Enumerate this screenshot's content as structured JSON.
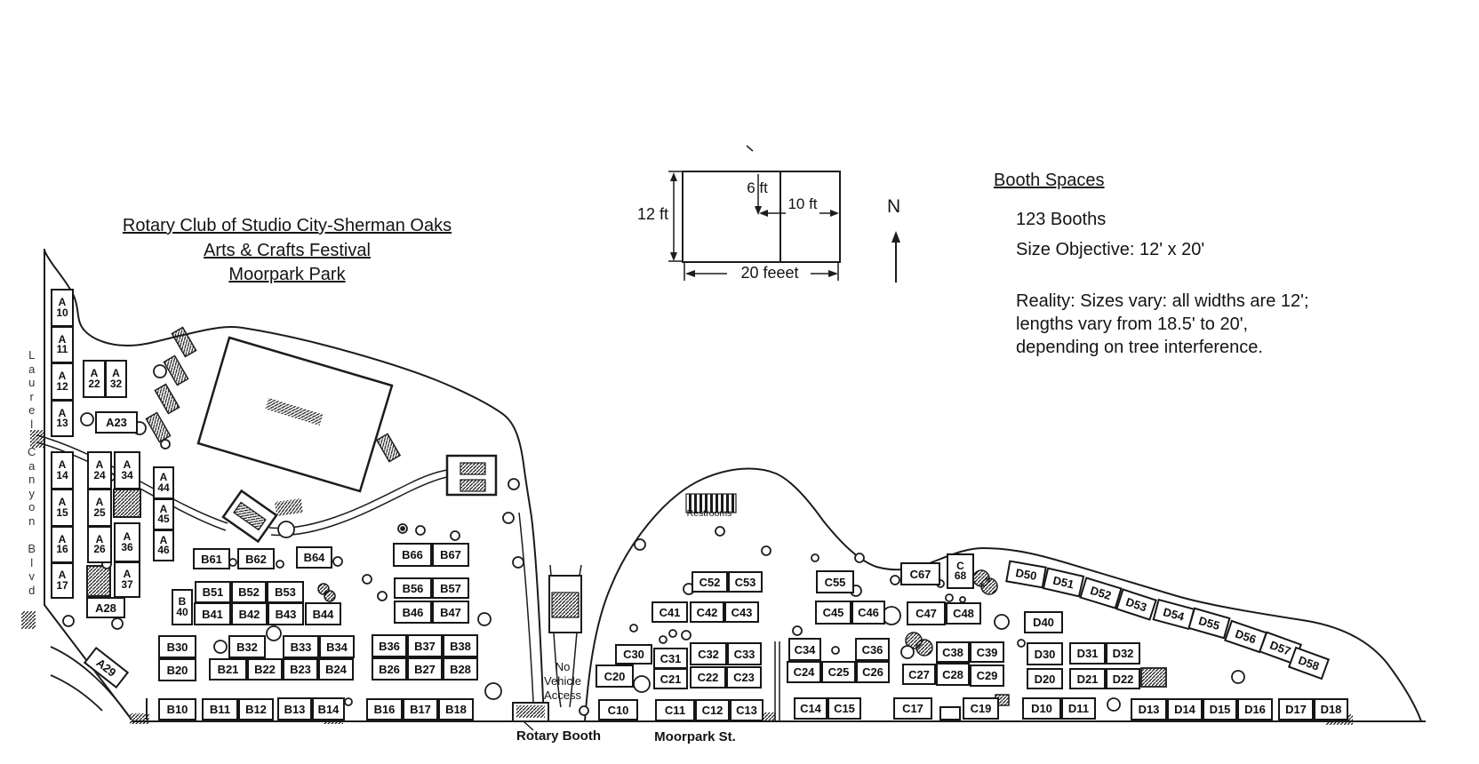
{
  "title": {
    "line1": "Rotary Club of Studio City-Sherman Oaks",
    "line2": "Arts & Crafts Festival",
    "line3": "Moorpark Park"
  },
  "legend": {
    "width_label": "12 ft",
    "offset_label": "6 ft",
    "half_label": "10 ft",
    "length_label": "20 feeet",
    "north_label": "N"
  },
  "info": {
    "heading": "Booth Spaces",
    "count": "123 Booths",
    "objective": "Size Objective: 12' x 20'",
    "reality": "Reality: Sizes vary: all widths are 12'; lengths vary from 18.5' to 20', depending on tree interference."
  },
  "street": {
    "laurel": "Laurel Canyon Blvd",
    "moorpark": "Moorpark St.",
    "rotary_booth": "Rotary Booth",
    "no_vehicle": "No\nVehicle\nAccess",
    "restrooms": "Restrooms"
  },
  "booths": [
    [
      "A10",
      "A\n10",
      57,
      325,
      26,
      43
    ],
    [
      "A11",
      "A\n11",
      57,
      367,
      26,
      42
    ],
    [
      "A12",
      "A\n12",
      57,
      408,
      26,
      43
    ],
    [
      "A13",
      "A\n13",
      57,
      450,
      26,
      42
    ],
    [
      "A14",
      "A\n14",
      57,
      508,
      26,
      43
    ],
    [
      "A15",
      "A\n15",
      57,
      550,
      26,
      43
    ],
    [
      "A16",
      "A\n16",
      57,
      592,
      26,
      42
    ],
    [
      "A17",
      "A\n17",
      57,
      633,
      26,
      41
    ],
    [
      "A22",
      "A\n22",
      93,
      405,
      26,
      43
    ],
    [
      "A32",
      "A\n32",
      118,
      405,
      25,
      43
    ],
    [
      "A23",
      "A23",
      107,
      463,
      48,
      25
    ],
    [
      "A24",
      "A\n24",
      98,
      508,
      28,
      43
    ],
    [
      "A25",
      "A\n25",
      98,
      550,
      28,
      43
    ],
    [
      "A26",
      "A\n26",
      98,
      592,
      28,
      42
    ],
    [
      "A28",
      "A28",
      97,
      672,
      44,
      24
    ],
    [
      "A29",
      "A29",
      96,
      740,
      47,
      23,
      38
    ],
    [
      "A34",
      "A\n34",
      128,
      508,
      30,
      43
    ],
    [
      "A36",
      "A\n36",
      128,
      588,
      30,
      45
    ],
    [
      "A37",
      "A\n37",
      128,
      632,
      30,
      41
    ],
    [
      "A44",
      "A\n44",
      172,
      525,
      24,
      37
    ],
    [
      "A45",
      "A\n45",
      172,
      561,
      24,
      36
    ],
    [
      "A46",
      "A\n46",
      172,
      596,
      24,
      36
    ],
    [
      "B40",
      "B\n40",
      193,
      663,
      24,
      41
    ],
    [
      "B51",
      "B51",
      219,
      654,
      41,
      25
    ],
    [
      "B52",
      "B52",
      260,
      654,
      40,
      25
    ],
    [
      "B53",
      "B53",
      300,
      654,
      42,
      25
    ],
    [
      "B41",
      "B41",
      218,
      678,
      42,
      26
    ],
    [
      "B42",
      "B42",
      260,
      678,
      41,
      26
    ],
    [
      "B43",
      "B43",
      301,
      678,
      41,
      26
    ],
    [
      "B44",
      "B44",
      343,
      678,
      41,
      26
    ],
    [
      "B61",
      "B61",
      217,
      617,
      42,
      24
    ],
    [
      "B62",
      "B62",
      267,
      617,
      42,
      24
    ],
    [
      "B64",
      "B64",
      333,
      615,
      41,
      25
    ],
    [
      "B66",
      "B66",
      442,
      611,
      44,
      27
    ],
    [
      "B67",
      "B67",
      486,
      611,
      42,
      27
    ],
    [
      "B56",
      "B56",
      443,
      650,
      43,
      24
    ],
    [
      "B57",
      "B57",
      486,
      650,
      42,
      24
    ],
    [
      "B46",
      "B46",
      443,
      676,
      43,
      26
    ],
    [
      "B47",
      "B47",
      486,
      676,
      42,
      26
    ],
    [
      "B30",
      "B30",
      178,
      715,
      43,
      26
    ],
    [
      "B20",
      "B20",
      178,
      741,
      43,
      26
    ],
    [
      "B32",
      "B32",
      257,
      715,
      42,
      26
    ],
    [
      "B33",
      "B33",
      318,
      715,
      41,
      26
    ],
    [
      "B34",
      "B34",
      359,
      715,
      40,
      26
    ],
    [
      "B21",
      "B21",
      235,
      741,
      43,
      25
    ],
    [
      "B22",
      "B22",
      278,
      741,
      40,
      25
    ],
    [
      "B23",
      "B23",
      318,
      741,
      40,
      25
    ],
    [
      "B24",
      "B24",
      358,
      741,
      40,
      25
    ],
    [
      "B36",
      "B36",
      418,
      714,
      40,
      26
    ],
    [
      "B37",
      "B37",
      458,
      714,
      40,
      26
    ],
    [
      "B38",
      "B38",
      498,
      714,
      40,
      26
    ],
    [
      "B26",
      "B26",
      418,
      740,
      40,
      26
    ],
    [
      "B27",
      "B27",
      458,
      740,
      40,
      26
    ],
    [
      "B28",
      "B28",
      498,
      740,
      40,
      26
    ],
    [
      "B10",
      "B10",
      178,
      786,
      43,
      25
    ],
    [
      "B11",
      "B11",
      227,
      786,
      41,
      25
    ],
    [
      "B12",
      "B12",
      268,
      786,
      40,
      25
    ],
    [
      "B13",
      "B13",
      312,
      785,
      39,
      26
    ],
    [
      "B14",
      "B14",
      351,
      785,
      37,
      26
    ],
    [
      "B16",
      "B16",
      412,
      786,
      41,
      25
    ],
    [
      "B17",
      "B17",
      453,
      786,
      40,
      25
    ],
    [
      "B18",
      "B18",
      493,
      786,
      40,
      25
    ],
    [
      "C10",
      "C10",
      673,
      787,
      45,
      24
    ],
    [
      "C11",
      "C11",
      737,
      787,
      45,
      25
    ],
    [
      "C12",
      "C12",
      782,
      787,
      39,
      25
    ],
    [
      "C13",
      "C13",
      821,
      787,
      38,
      25
    ],
    [
      "C20",
      "C20",
      670,
      748,
      43,
      26
    ],
    [
      "C21",
      "C21",
      735,
      752,
      39,
      24
    ],
    [
      "C22",
      "C22",
      776,
      750,
      41,
      25
    ],
    [
      "C23",
      "C23",
      817,
      750,
      40,
      25
    ],
    [
      "C30",
      "C30",
      692,
      725,
      42,
      23
    ],
    [
      "C31",
      "C31",
      735,
      729,
      39,
      24
    ],
    [
      "C32",
      "C32",
      776,
      723,
      42,
      26
    ],
    [
      "C33",
      "C33",
      818,
      723,
      39,
      26
    ],
    [
      "C41",
      "C41",
      733,
      677,
      41,
      24
    ],
    [
      "C42",
      "C42",
      776,
      677,
      39,
      24
    ],
    [
      "C43",
      "C43",
      815,
      677,
      39,
      24
    ],
    [
      "C52",
      "C52",
      778,
      643,
      41,
      24
    ],
    [
      "C53",
      "C53",
      819,
      643,
      39,
      24
    ],
    [
      "C55",
      "C55",
      918,
      642,
      43,
      26
    ],
    [
      "C45",
      "C45",
      917,
      676,
      41,
      27
    ],
    [
      "C46",
      "C46",
      958,
      676,
      38,
      27
    ],
    [
      "C47",
      "C47",
      1020,
      677,
      44,
      27
    ],
    [
      "C48",
      "C48",
      1064,
      678,
      40,
      25
    ],
    [
      "C67",
      "C67",
      1013,
      633,
      45,
      26
    ],
    [
      "C68",
      "C\n68",
      1065,
      623,
      31,
      40
    ],
    [
      "C34",
      "C34",
      887,
      718,
      37,
      26
    ],
    [
      "C36",
      "C36",
      962,
      718,
      39,
      26
    ],
    [
      "C24",
      "C24",
      885,
      744,
      39,
      25
    ],
    [
      "C25",
      "C25",
      924,
      744,
      39,
      25
    ],
    [
      "C26",
      "C26",
      963,
      744,
      38,
      25
    ],
    [
      "C27",
      "C27",
      1015,
      747,
      38,
      24
    ],
    [
      "C28",
      "C28",
      1053,
      746,
      38,
      26
    ],
    [
      "C29",
      "C29",
      1091,
      748,
      39,
      25
    ],
    [
      "C38",
      "C38",
      1053,
      722,
      38,
      24
    ],
    [
      "C39",
      "C39",
      1091,
      722,
      39,
      24
    ],
    [
      "C14",
      "C14",
      893,
      785,
      38,
      25
    ],
    [
      "C15",
      "C15",
      931,
      785,
      38,
      25
    ],
    [
      "C17",
      "C17",
      1005,
      785,
      44,
      25
    ],
    [
      "C19",
      "C19",
      1083,
      785,
      41,
      25
    ],
    [
      "c-blank",
      "",
      1057,
      795,
      24,
      16
    ],
    [
      "D40",
      "D40",
      1152,
      688,
      44,
      25
    ],
    [
      "D30",
      "D30",
      1155,
      723,
      41,
      26
    ],
    [
      "D31",
      "D31",
      1203,
      723,
      41,
      25
    ],
    [
      "D32",
      "D32",
      1244,
      723,
      39,
      25
    ],
    [
      "D20",
      "D20",
      1155,
      752,
      41,
      24
    ],
    [
      "D21",
      "D21",
      1203,
      752,
      41,
      24
    ],
    [
      "D22",
      "D22",
      1244,
      752,
      39,
      24
    ],
    [
      "D10",
      "D10",
      1150,
      785,
      44,
      25
    ],
    [
      "D11",
      "D11",
      1194,
      785,
      39,
      25
    ],
    [
      "D13",
      "D13",
      1272,
      786,
      41,
      25
    ],
    [
      "D14",
      "D14",
      1313,
      786,
      40,
      25
    ],
    [
      "D15",
      "D15",
      1353,
      786,
      39,
      25
    ],
    [
      "D16",
      "D16",
      1392,
      786,
      40,
      25
    ],
    [
      "D17",
      "D17",
      1438,
      786,
      40,
      25
    ],
    [
      "D18",
      "D18",
      1478,
      786,
      39,
      25
    ],
    [
      "D50",
      "D50",
      1133,
      634,
      43,
      25,
      10
    ],
    [
      "D51",
      "D51",
      1175,
      643,
      43,
      25,
      13
    ],
    [
      "D52",
      "D52",
      1217,
      655,
      43,
      25,
      17
    ],
    [
      "D53",
      "D53",
      1258,
      668,
      41,
      25,
      18
    ],
    [
      "D54",
      "D54",
      1299,
      679,
      43,
      25,
      15
    ],
    [
      "D55",
      "D55",
      1339,
      689,
      43,
      25,
      16
    ],
    [
      "D56",
      "D56",
      1380,
      704,
      43,
      25,
      19
    ],
    [
      "D57",
      "D57",
      1419,
      717,
      43,
      25,
      20
    ],
    [
      "D58",
      "D58",
      1452,
      734,
      41,
      25,
      20
    ]
  ]
}
